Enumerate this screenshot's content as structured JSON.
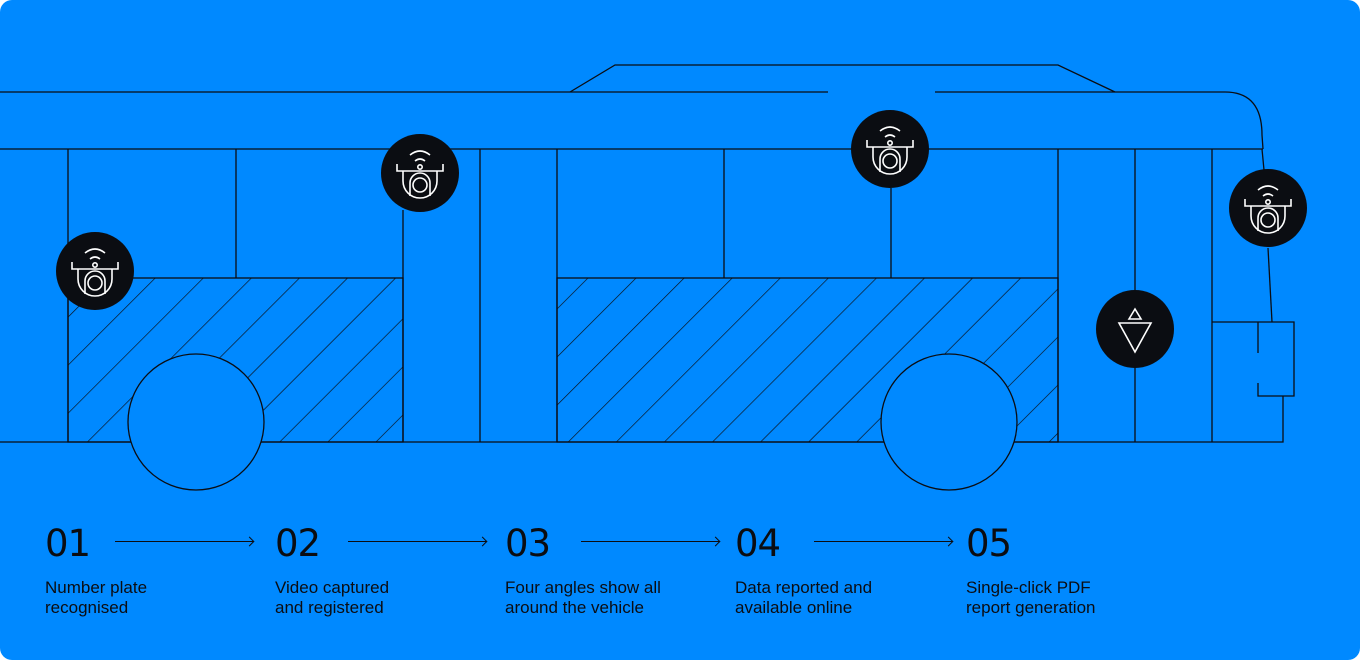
{
  "colors": {
    "background": "#0089FF",
    "ink": "#0b0d12",
    "icon_bg": "#0b0d12",
    "icon_line": "#ffffff"
  },
  "diagram": {
    "subject": "bus-side-view",
    "icons": [
      "camera-icon",
      "camera-icon",
      "camera-icon",
      "camera-icon",
      "updown-triangles-icon"
    ]
  },
  "steps": [
    {
      "number": "01",
      "line1": "Number plate",
      "line2": "recognised"
    },
    {
      "number": "02",
      "line1": "Video captured",
      "line2": "and registered"
    },
    {
      "number": "03",
      "line1": "Four angles show all",
      "line2": "around the vehicle"
    },
    {
      "number": "04",
      "line1": "Data reported and",
      "line2": "available online"
    },
    {
      "number": "05",
      "line1": "Single-click PDF",
      "line2": "report generation"
    }
  ]
}
